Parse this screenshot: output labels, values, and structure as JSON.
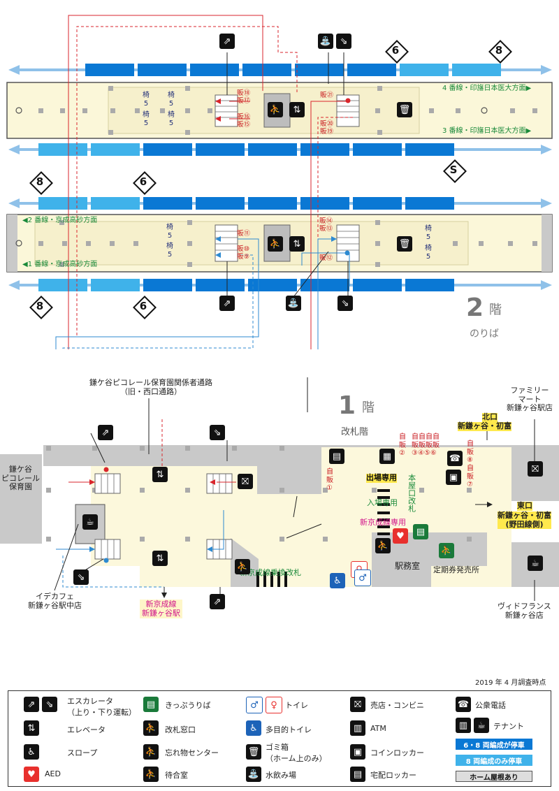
{
  "floor2": {
    "floor_number": "2",
    "floor_unit": "階",
    "floor_name": "のりば",
    "upper_platform": {
      "track_top": "4 番線・印旛日本医大方面▶",
      "track_bottom": "3 番線・印旛日本医大方面▶",
      "bench_1a": "椅\n5",
      "bench_1b": "椅\n5",
      "bench_2a": "椅\n5",
      "bench_2b": "椅\n5",
      "vend_18": "販⑱",
      "vend_17": "販⑰",
      "vend_16": "販⑯",
      "vend_15": "販⑮",
      "vend_21": "販㉑",
      "vend_20": "販⑳",
      "vend_19": "販⑲"
    },
    "lower_platform": {
      "track_top": "◀2 番線・京成高砂方面",
      "track_bottom": "◀1 番線・京成高砂方面",
      "bench_1a": "椅\n5",
      "bench_1b": "椅\n5",
      "bench_2a": "椅\n5",
      "bench_2b": "椅\n5",
      "vend_11": "販⑪",
      "vend_10": "販⑩",
      "vend_9": "販⑨",
      "vend_14": "販⑭",
      "vend_13": "販⑬",
      "vend_12": "販⑫"
    },
    "markers": {
      "six": "6",
      "eight": "8",
      "s": "S"
    }
  },
  "floor1": {
    "floor_number": "1",
    "floor_unit": "階",
    "floor_name": "改札階",
    "nursery_passage": "鎌ケ谷ピコレール保育園関係者通路\n（旧・西口通路）",
    "nursery": "鎌ケ谷\nピコレール\n保育園",
    "cafe_left": "イデカフェ\n新鎌ヶ谷駅中店",
    "keisei_exit": "新京成線\n新鎌ヶ谷駅",
    "transfer_gate": "新京成線乗換改札",
    "exit_only": "出場専用",
    "entry_only": "入場専用",
    "main_gate": "本屋口改札",
    "keisei_only": "新京成線専用",
    "station_office": "駅務室",
    "ticket_office": "定期券発売所",
    "vend_1": "自\n販\n①",
    "vend_2": "自\n販\n②",
    "vend_3456": "自自自自\n販販販販\n③④⑤⑥",
    "vend_8": "自\n販\n⑧",
    "vend_7": "自\n販\n⑦",
    "north_exit": "北口",
    "north_sub": "新鎌ヶ谷・初富",
    "east_exit": "東口",
    "east_sub": "新鎌ヶ谷・初富\n(野田線側)",
    "family_mart": "ファミリー\nマート\n新鎌ヶ谷駅店",
    "vie_de_france": "ヴィドフランス\n新鎌ヶ谷店"
  },
  "survey_date": "2019 年 4 月調査時点",
  "legend": {
    "escalator": "エスカレータ\n（上り・下り運転）",
    "elevator": "エレベータ",
    "slope": "スロープ",
    "aed": "AED",
    "ticket": "きっぷうりば",
    "gate_window": "改札窓口",
    "lost_found": "忘れ物センター",
    "waiting": "待合室",
    "toilet": "トイレ",
    "multi_toilet": "多目的トイレ",
    "trash": "ゴミ箱\n（ホーム上のみ）",
    "water": "水飲み場",
    "shop": "売店・コンビニ",
    "atm": "ATM",
    "locker": "コインロッカー",
    "delivery_locker": "宅配ロッカー",
    "phone": "公衆電話",
    "tenant": "テナント",
    "stop68": "6・8 両編成が停車",
    "stop8": "8 両編成のみ停車",
    "roof": "ホーム屋根あり"
  },
  "colors": {
    "dark_blue": "#0a78d4",
    "light_blue": "#3fb2ea",
    "platform": "#fbf7d9",
    "concourse": "#fcf8dc",
    "gray": "#c9c9c9",
    "route_red": "#d9262c",
    "route_blue": "#2d8ad1",
    "green": "#1a8a3a"
  }
}
